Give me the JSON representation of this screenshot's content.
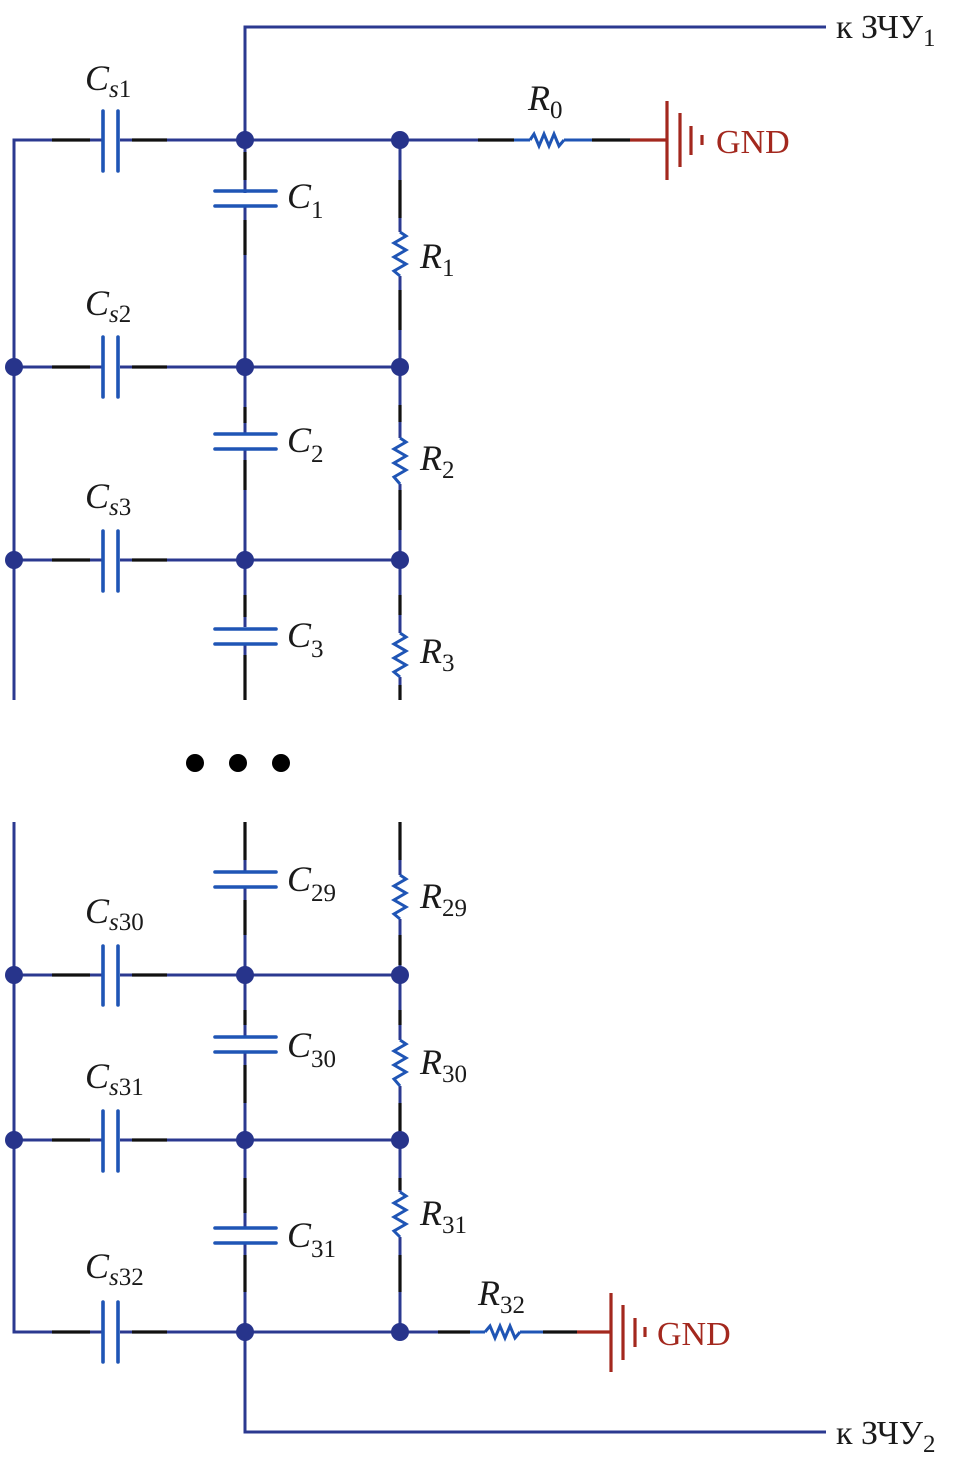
{
  "diagram": {
    "title": "",
    "terminals": {
      "top": {
        "prefix": "к ЗЧУ",
        "sub": "1"
      },
      "bottom": {
        "prefix": "к ЗЧУ",
        "sub": "2"
      }
    },
    "ground_label": "GND",
    "ellipsis": "…",
    "series_capacitors": [
      {
        "base": "C",
        "sub_i": "s",
        "sub": "1"
      },
      {
        "base": "C",
        "sub_i": "s",
        "sub": "2"
      },
      {
        "base": "C",
        "sub_i": "s",
        "sub": "3"
      },
      {
        "base": "C",
        "sub_i": "s",
        "sub": "30"
      },
      {
        "base": "C",
        "sub_i": "s",
        "sub": "31"
      },
      {
        "base": "C",
        "sub_i": "s",
        "sub": "32"
      }
    ],
    "capacitors": [
      {
        "base": "C",
        "sub": "1"
      },
      {
        "base": "C",
        "sub": "2"
      },
      {
        "base": "C",
        "sub": "3"
      },
      {
        "base": "C",
        "sub": "29"
      },
      {
        "base": "C",
        "sub": "30"
      },
      {
        "base": "C",
        "sub": "31"
      }
    ],
    "resistors": [
      {
        "base": "R",
        "sub": "0"
      },
      {
        "base": "R",
        "sub": "1"
      },
      {
        "base": "R",
        "sub": "2"
      },
      {
        "base": "R",
        "sub": "3"
      },
      {
        "base": "R",
        "sub": "29"
      },
      {
        "base": "R",
        "sub": "30"
      },
      {
        "base": "R",
        "sub": "31"
      },
      {
        "base": "R",
        "sub": "32"
      }
    ],
    "colors": {
      "wire": "#2b3990",
      "component": "#1f55b5",
      "lead": "#111111",
      "ground": "#a3281e"
    }
  }
}
